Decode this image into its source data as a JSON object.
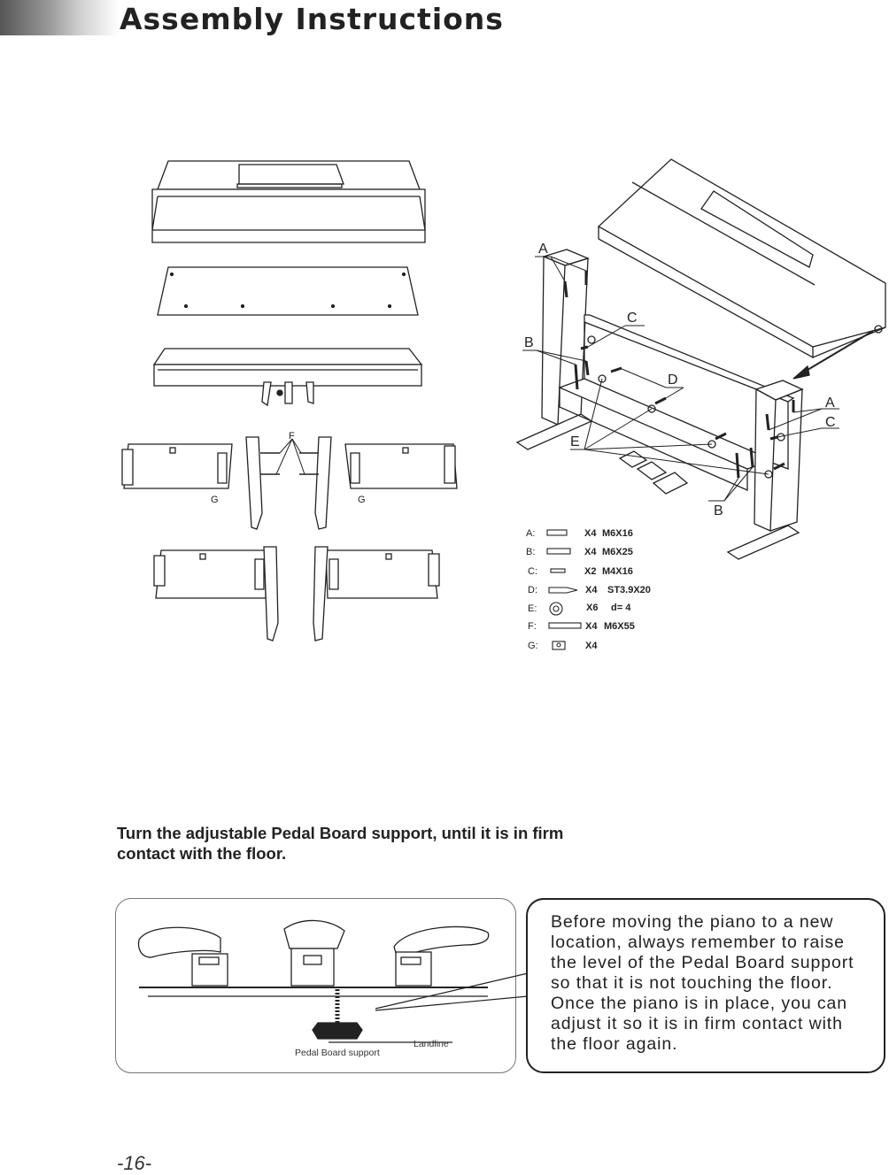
{
  "header": {
    "title": "Assembly Instructions"
  },
  "callouts": {
    "A": "A",
    "B": "B",
    "C": "C",
    "D": "D",
    "E": "E",
    "F": "F",
    "G": "G"
  },
  "parts_list": [
    {
      "key": "A:",
      "qty": "X4",
      "spec": "M6X16"
    },
    {
      "key": "B:",
      "qty": "X4",
      "spec": "M6X25"
    },
    {
      "key": "C:",
      "qty": "X2",
      "spec": "M4X16"
    },
    {
      "key": "D:",
      "qty": "X4",
      "spec": "ST3.9X20"
    },
    {
      "key": "E:",
      "qty": "X6",
      "spec": "d= 4"
    },
    {
      "key": "F:",
      "qty": "X4",
      "spec": "M6X55"
    },
    {
      "key": "G:",
      "qty": "X4",
      "spec": ""
    }
  ],
  "instruction": {
    "line1": "Turn the adjustable Pedal Board support, until it is in firm",
    "line2": "contact with the floor."
  },
  "figure": {
    "pedal_label": "Pedal Board support",
    "landline_label": "Landline"
  },
  "note": {
    "lines": [
      "Before moving the piano to a new",
      "location, always remember to raise",
      "the level of the Pedal Board support",
      "so that it is not touching the floor.",
      "Once the piano is in place, you can",
      "adjust it so it is in firm contact with",
      "the floor again."
    ]
  },
  "footer": {
    "page_number": "-16-"
  }
}
